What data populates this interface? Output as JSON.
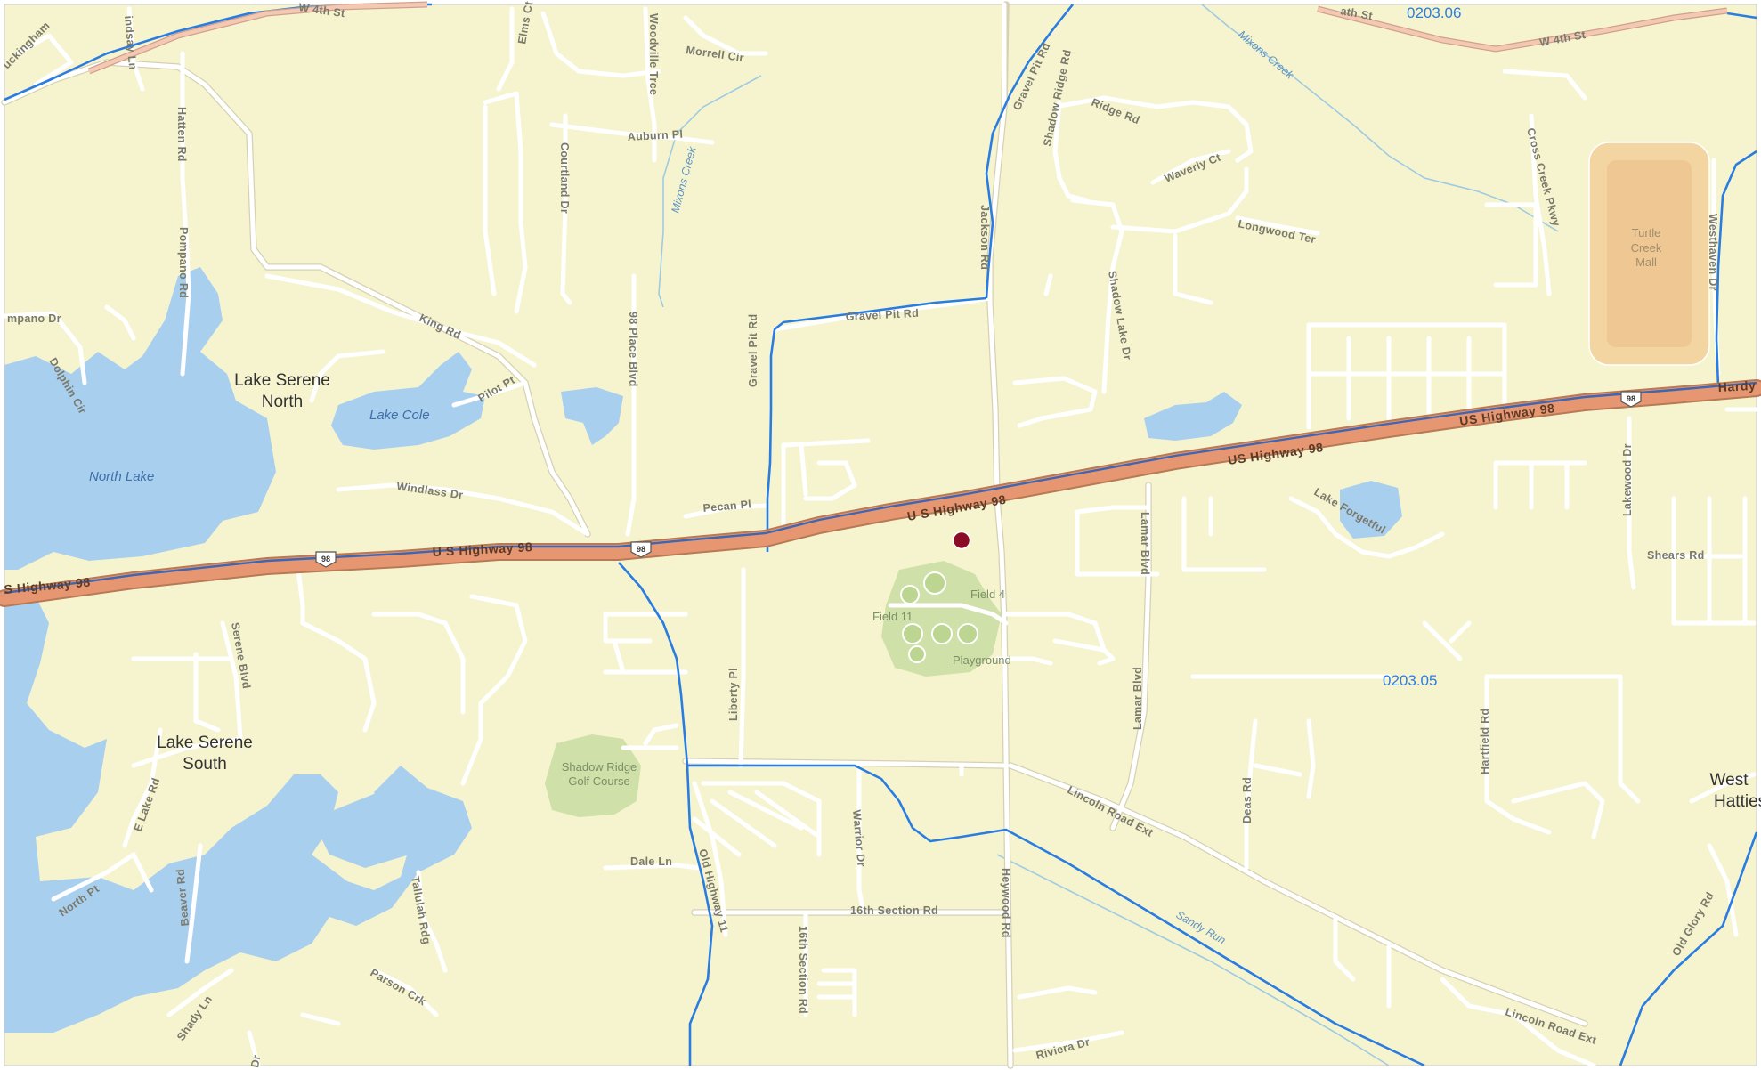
{
  "colors": {
    "land": "#f6f4cf",
    "water": "#a9cfef",
    "highway": "#e69670",
    "boundary": "#2a7de0",
    "park": "#cfe0a8",
    "marker": "#8b0b26"
  },
  "places": {
    "lake_serene_north_1": "Lake Serene",
    "lake_serene_north_2": "North",
    "lake_serene_south_1": "Lake Serene",
    "lake_serene_south_2": "South",
    "west_hattiesburg_1": "West",
    "west_hattiesburg_2": "Hattiesb"
  },
  "water": {
    "north_lake": "North Lake",
    "lake_cole": "Lake Cole",
    "mixons_creek": "Mixons Creek",
    "mixons_creek_2": "Mixons Creek",
    "sandy_run": "Sandy Run"
  },
  "tracts": {
    "t1": "0203.06",
    "t2": "0203.05"
  },
  "highways": {
    "us98_a": "U S Highway 98",
    "us98_b": "U S Highway 98",
    "us98_c": "US Highway 98",
    "us98_d": "US Highway 98",
    "us98_e": "S Highway 98",
    "shield": "98",
    "hardy": "Hardy"
  },
  "roads": {
    "w4th_top": "W 4th St",
    "w4th_right": "W 4th St",
    "ath_st": "ath St",
    "buckingham": "uckingham",
    "lindsey": "indsay Ln",
    "hatten": "Hatten Rd",
    "pompano_rd": "Pompano Rd",
    "pompano_dr": "mpano Dr",
    "dolphin": "Dolphin Cir",
    "elms": "Elms Ct",
    "woodville": "Woodville Trce",
    "morrell": "Morrell Cir",
    "auburn": "Auburn Pl",
    "courtland": "Courtland Dr",
    "king": "King Rd",
    "pilot": "Pilot Pt",
    "windlass": "Windlass Dr",
    "place98": "98 Place Blvd",
    "pecan": "Pecan Pl",
    "gravel_pit_rd": "Gravel Pit Rd",
    "gravel_pit_rd_v": "Gravel Pit Rd",
    "gravel_pit_rd_top": "Gravel Pit Rd",
    "jackson": "Jackson Rd",
    "shadow_ridge": "Shadow Ridge Rd",
    "waverly": "Waverly Ct",
    "longwood": "Longwood Ter",
    "shadow_lake": "Shadow Lake Dr",
    "cross_creek": "Cross Creek Pkwy",
    "westhaven": "Westhaven Dr",
    "lake_forgetful": "Lake Forgetful",
    "lakewood": "Lakewood Dr",
    "shears": "Shears Rd",
    "lamar_top": "Lamar Blvd",
    "lamar_bottom": "Lamar Blvd",
    "serene": "Serene Blvd",
    "liberty": "Liberty Pl",
    "e_lake": "E Lake Rd",
    "north_pt": "North Pt",
    "tallulah": "Tallulah Rdg",
    "beaver": "Beaver Rd",
    "parson": "Parson Crk",
    "shady": "Shady Ln",
    "dr_bottom": "Dr",
    "dale": "Dale Ln",
    "old_hwy11": "Old Highway 11",
    "warrior": "Warrior Dr",
    "section16_rd": "16th Section Rd",
    "section16_v": "16th Section Rd",
    "heywood": "Heywood Rd",
    "lincoln": "Lincoln Road Ext",
    "lincoln_2": "Lincoln Road Ext",
    "deas": "Deas Rd",
    "hartfield": "Hartfield Rd",
    "riviera": "Riviera Dr",
    "old_glory": "Old Glory Rd"
  },
  "pois": {
    "field4": "Field 4",
    "field11": "Field 11",
    "playground": "Playground",
    "golf_1": "Shadow Ridge",
    "golf_2": "Golf Course",
    "mall_1": "Turtle",
    "mall_2": "Creek",
    "mall_3": "Mall"
  },
  "icons": {
    "location_marker": "location-marker-icon",
    "route_shield": "us-route-shield-icon"
  }
}
